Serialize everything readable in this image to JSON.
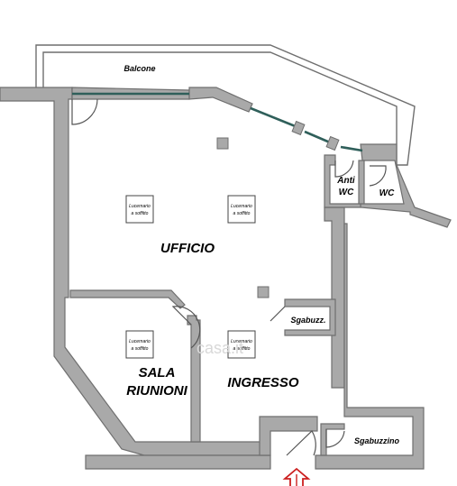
{
  "rooms": {
    "balcone": "Balcone",
    "ufficio": "UFFICIO",
    "sala_line1": "SALA",
    "sala_line2": "RIUNIONI",
    "ingresso": "INGRESSO",
    "anti_wc_line1": "Anti",
    "anti_wc_line2": "WC",
    "wc": "WC",
    "sgabuzz": "Sgabuzz.",
    "sgabuzzino": "Sgabuzzino"
  },
  "skylight": {
    "line1": "Lucernario",
    "line2": "a soffitto"
  },
  "watermark": "casa.it",
  "colors": {
    "wall": "#a9a9a9",
    "window": "#2f5f5a",
    "entrance_arrow": "#cc1f1f"
  }
}
